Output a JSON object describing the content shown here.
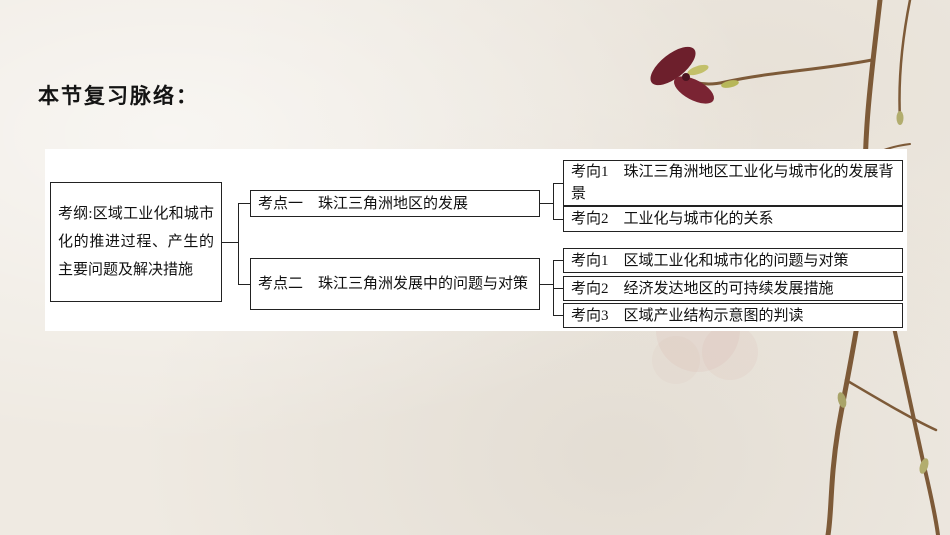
{
  "page": {
    "title": "本节复习脉络："
  },
  "diagram": {
    "root": {
      "label": "考纲:区域工业化和城市化的推进过程、产生的主要问题及解决措施"
    },
    "keypoints": [
      {
        "label": "考点一　珠江三角洲地区的发展"
      },
      {
        "label": "考点二　珠江三角洲发展中的问题与对策"
      }
    ],
    "directions_group1": [
      {
        "label": "考向1　珠江三角洲地区工业化与城市化的发展背景"
      },
      {
        "label": "考向2　工业化与城市化的关系"
      }
    ],
    "directions_group2": [
      {
        "label": "考向1　区域工业化和城市化的问题与对策"
      },
      {
        "label": "考向2　经济发达地区的可持续发展措施"
      },
      {
        "label": "考向3　区域产业结构示意图的判读"
      }
    ]
  },
  "decor": {
    "branch_icon": "plum-branch-icon",
    "flower_icon": "dark-red-blossom-icon"
  }
}
